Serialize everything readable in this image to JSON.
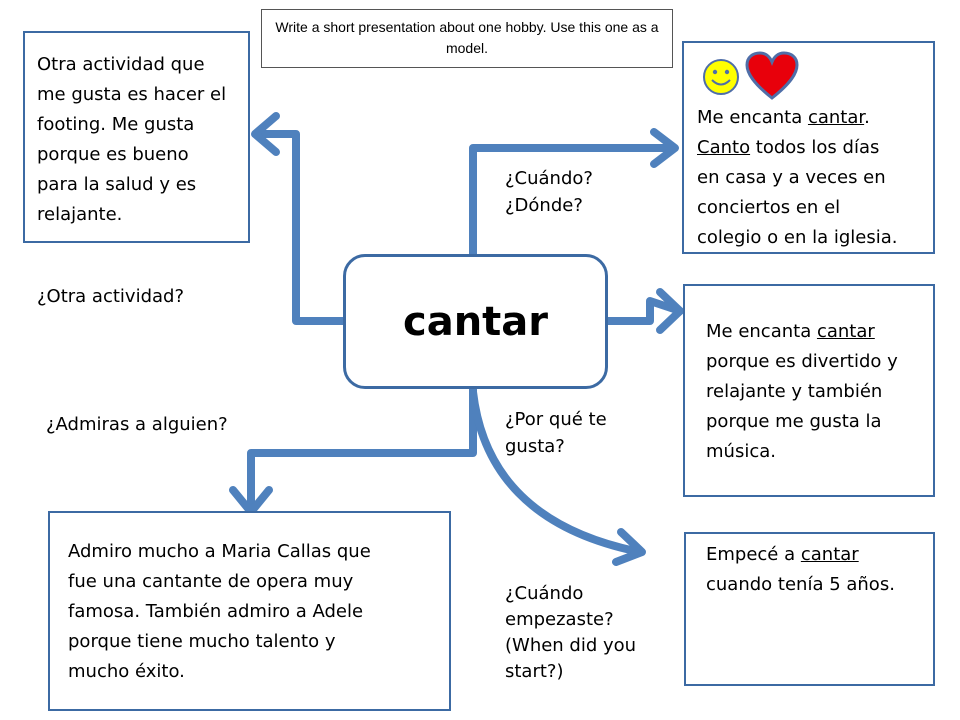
{
  "instruction": "Write a short presentation about one hobby.  Use this one as a model.",
  "center": "cantar",
  "questions": {
    "when_where_1": "¿Cuándo?",
    "when_where_2": "¿Dónde?",
    "other_activity": "¿Otra actividad?",
    "admire": "¿Admiras a alguien?",
    "why_1": "¿Por qué te",
    "why_2": "gusta?",
    "when_started_1": "¿Cuándo",
    "when_started_2": "empezaste?",
    "when_started_3": "(When did you",
    "when_started_4": "start?)"
  },
  "boxes": {
    "other_activity": {
      "lines": [
        "Otra actividad que",
        "me gusta es hacer el",
        "footing.  Me gusta",
        "porque es bueno",
        "para la salud y es",
        "relajante."
      ]
    },
    "when_where": {
      "l1_pre": "Me encanta ",
      "l1_word": "cantar",
      "l1_post": ".",
      "l2_word": "Canto",
      "l2_post": " todos los días",
      "l3": "en casa y a veces en",
      "l4": "conciertos en el",
      "l5": "colegio o en la iglesia."
    },
    "why": {
      "l1_pre": "Me encanta ",
      "l1_word": "cantar",
      "l2": "porque es divertido y",
      "l3": "relajante y también",
      "l4": "porque me gusta la",
      "l5": "música."
    },
    "admire": {
      "lines": [
        "Admiro mucho a Maria Callas que",
        "fue una cantante de opera muy",
        "famosa.  También admiro a Adele",
        "porque tiene mucho talento y",
        "mucho éxito."
      ]
    },
    "started": {
      "l1_pre": "Empecé a ",
      "l1_word": "cantar",
      "l2": "cuando tenía 5 años."
    }
  },
  "icons": {
    "smiley": "smiley-face-icon",
    "heart": "heart-icon"
  },
  "colors": {
    "connector": "#4f81bd",
    "box_border": "#3c6aa3",
    "smiley_fill": "#ffff00",
    "heart_fill": "#e8000b",
    "heart_stroke": "#4f6ea8"
  }
}
